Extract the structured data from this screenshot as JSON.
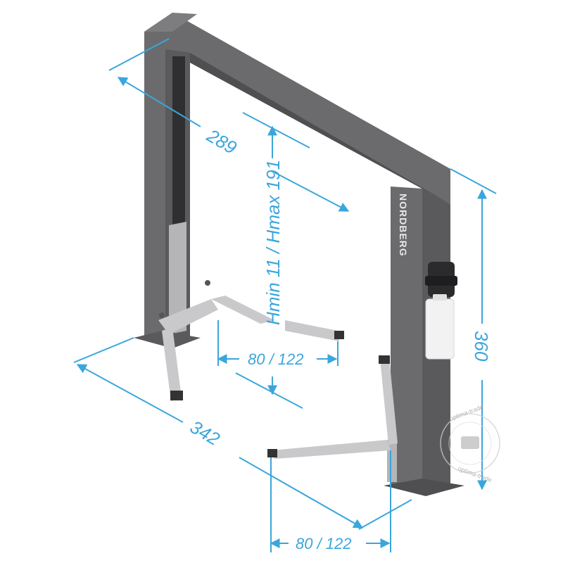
{
  "brand": {
    "name": "NORDBERG"
  },
  "dimensions": {
    "width_top": "289",
    "height_total": "360",
    "lift_height": "Hmin 11 / Hmax 191",
    "arm_reach_back": "80 / 122",
    "base_depth": "342",
    "arm_reach_front": "80 / 122"
  },
  "watermark": {
    "text_top": "optima-trade",
    "text_bottom": "optima-trade"
  },
  "colors": {
    "frame": "#6b6b6d",
    "frame_dark": "#4f4f52",
    "frame_light": "#8a8a8c",
    "arm": "#c9c9cb",
    "arm_dark": "#9b9b9d",
    "dimension": "#3aa6dc",
    "motor": "#2b2b2d",
    "tank": "#f2f2f2"
  }
}
